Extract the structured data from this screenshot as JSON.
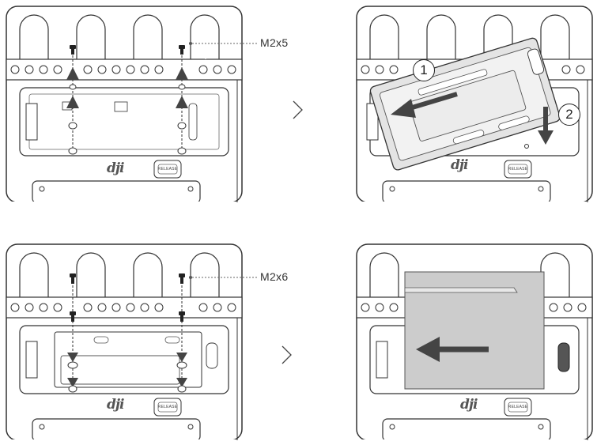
{
  "callouts": {
    "top_screw": "M2x5",
    "bottom_screw": "M2x6"
  },
  "steps": {
    "one": "1",
    "two": "2"
  },
  "device": {
    "logo": "dji",
    "release_button": "RELEASE"
  },
  "icons": {
    "next": "chevron-right-icon",
    "screw": "screw-icon",
    "arrow": "arrow-icon"
  },
  "colors": {
    "outline": "#333333",
    "panel_bg": "#ffffff",
    "shaded_plate": "#d0d0d0",
    "module": "#cccccc",
    "arrow": "#444444"
  }
}
